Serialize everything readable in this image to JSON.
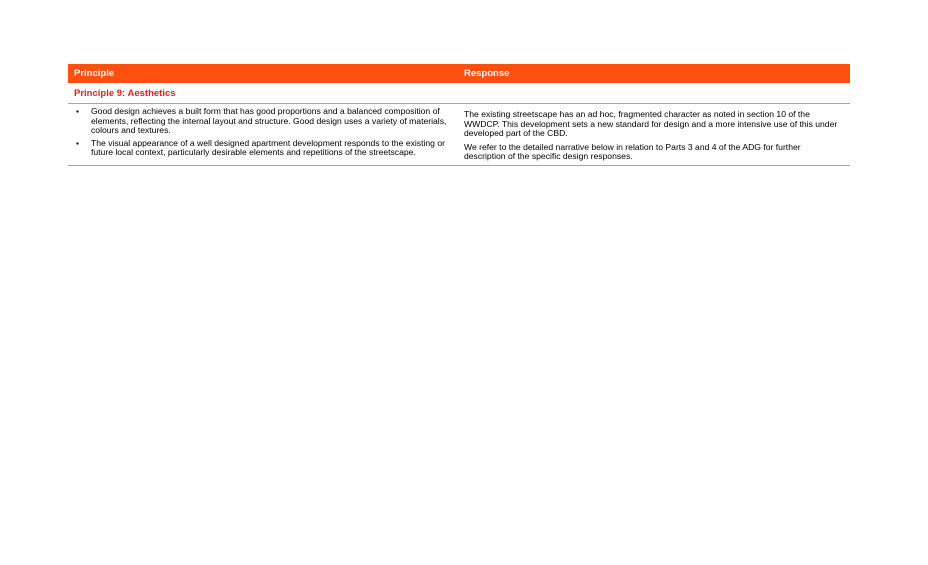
{
  "table": {
    "header": {
      "principle": "Principle",
      "response": "Response"
    },
    "section_title": "Principle 9: Aesthetics",
    "principle_bullets": [
      "Good design achieves a built form that has good proportions and a balanced composition of elements, reflecting the internal layout and structure.  Good design uses a variety of materials, colours and textures.",
      "The visual appearance of a well designed apartment development responds to the existing or future local context, particularly desirable elements and repetitions of the streetscape."
    ],
    "bullet_glyph": "▪",
    "responses": [
      "The existing streetscape has an ad hoc, fragmented character as noted in section 10 of the WWDCP.  This development sets a new standard for design and a more intensive use of this under developed part of the CBD.",
      "We refer to the detailed narrative below in relation to Parts 3 and 4 of the ADG for further description of the specific design responses."
    ]
  },
  "colors": {
    "header_bg": "#fd4f0d",
    "section_title": "#e0211b",
    "rule": "#f28a68"
  }
}
